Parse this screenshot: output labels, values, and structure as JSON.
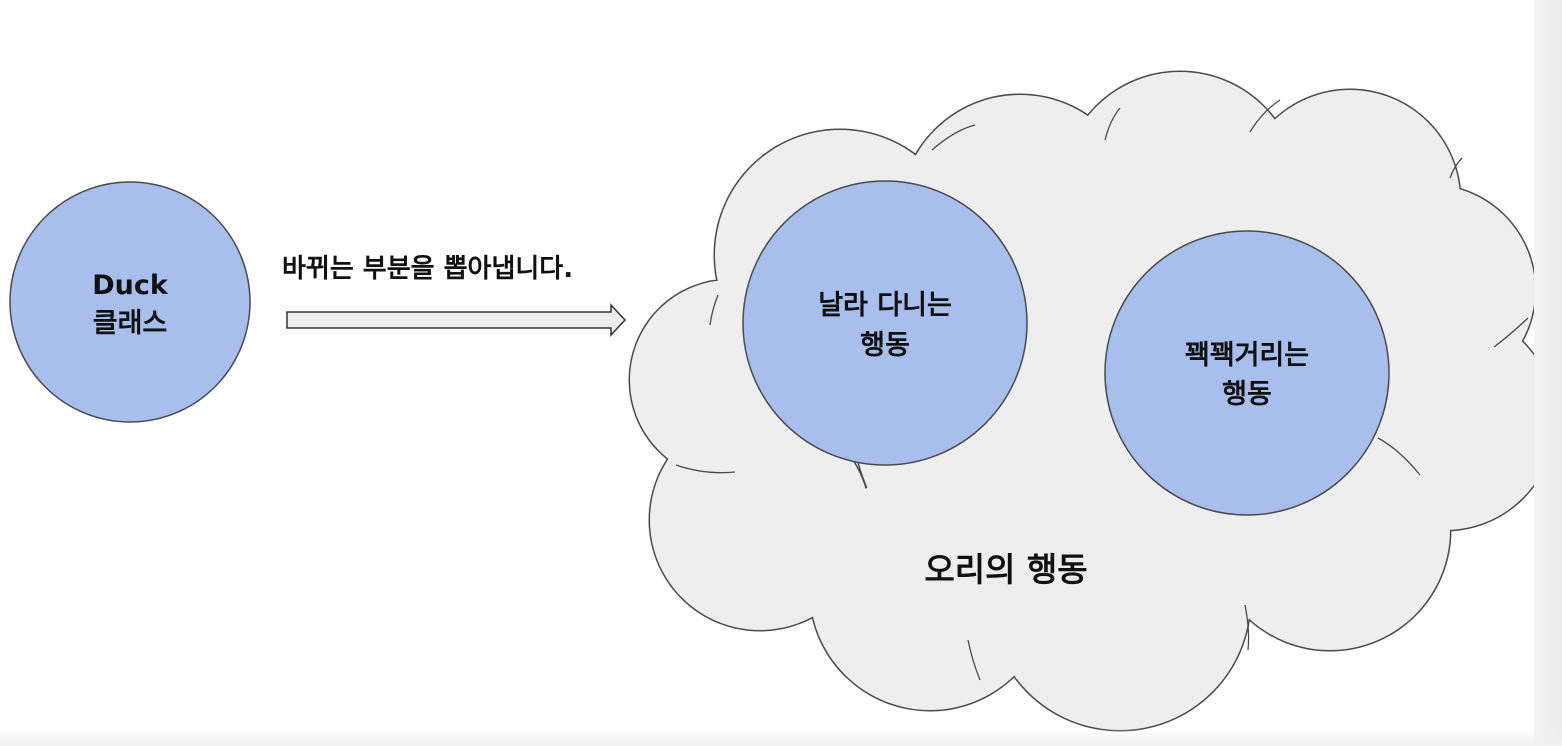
{
  "colors": {
    "node_fill": "#a8bfee",
    "node_stroke": "#4a4a4a",
    "cloud_fill": "#eeeeee",
    "cloud_stroke": "#4a4a4a",
    "arrow_fill": "#eeeeee",
    "arrow_stroke": "#333333",
    "text": "#111111"
  },
  "duck_class": {
    "line1": "Duck",
    "line2": "클래스"
  },
  "arrow": {
    "label": "바뀌는 부분을 뽑아냅니다."
  },
  "cloud": {
    "label": "오리의 행동"
  },
  "fly_behavior": {
    "line1": "날라 다니는",
    "line2": "행동"
  },
  "quack_behavior": {
    "line1": "꽥꽥거리는",
    "line2": "행동"
  }
}
